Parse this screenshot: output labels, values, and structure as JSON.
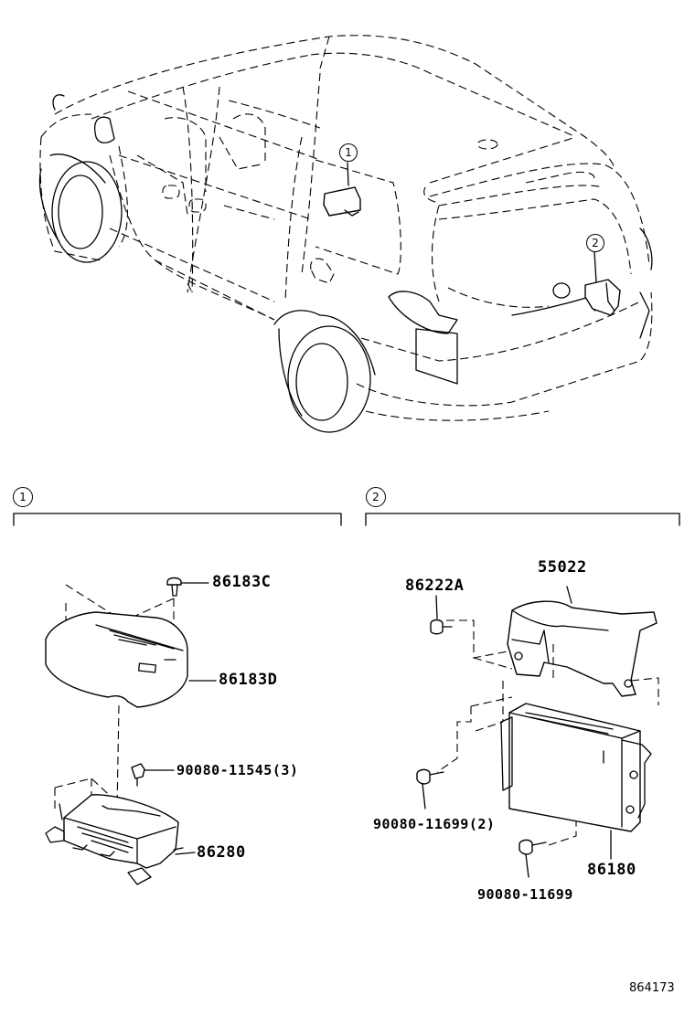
{
  "callouts": {
    "c1": "1",
    "c2": "2"
  },
  "sections": {
    "s1": "1",
    "s2": "2"
  },
  "parts": {
    "p86183C": "86183C",
    "p86183D": "86183D",
    "p90080_11545": "90080-11545(3)",
    "p86280": "86280",
    "p86222A": "86222A",
    "p55022": "55022",
    "p90080_11699_2": "90080-11699(2)",
    "p90080_11699": "90080-11699",
    "p86180": "86180"
  },
  "diagram_id": "864173"
}
